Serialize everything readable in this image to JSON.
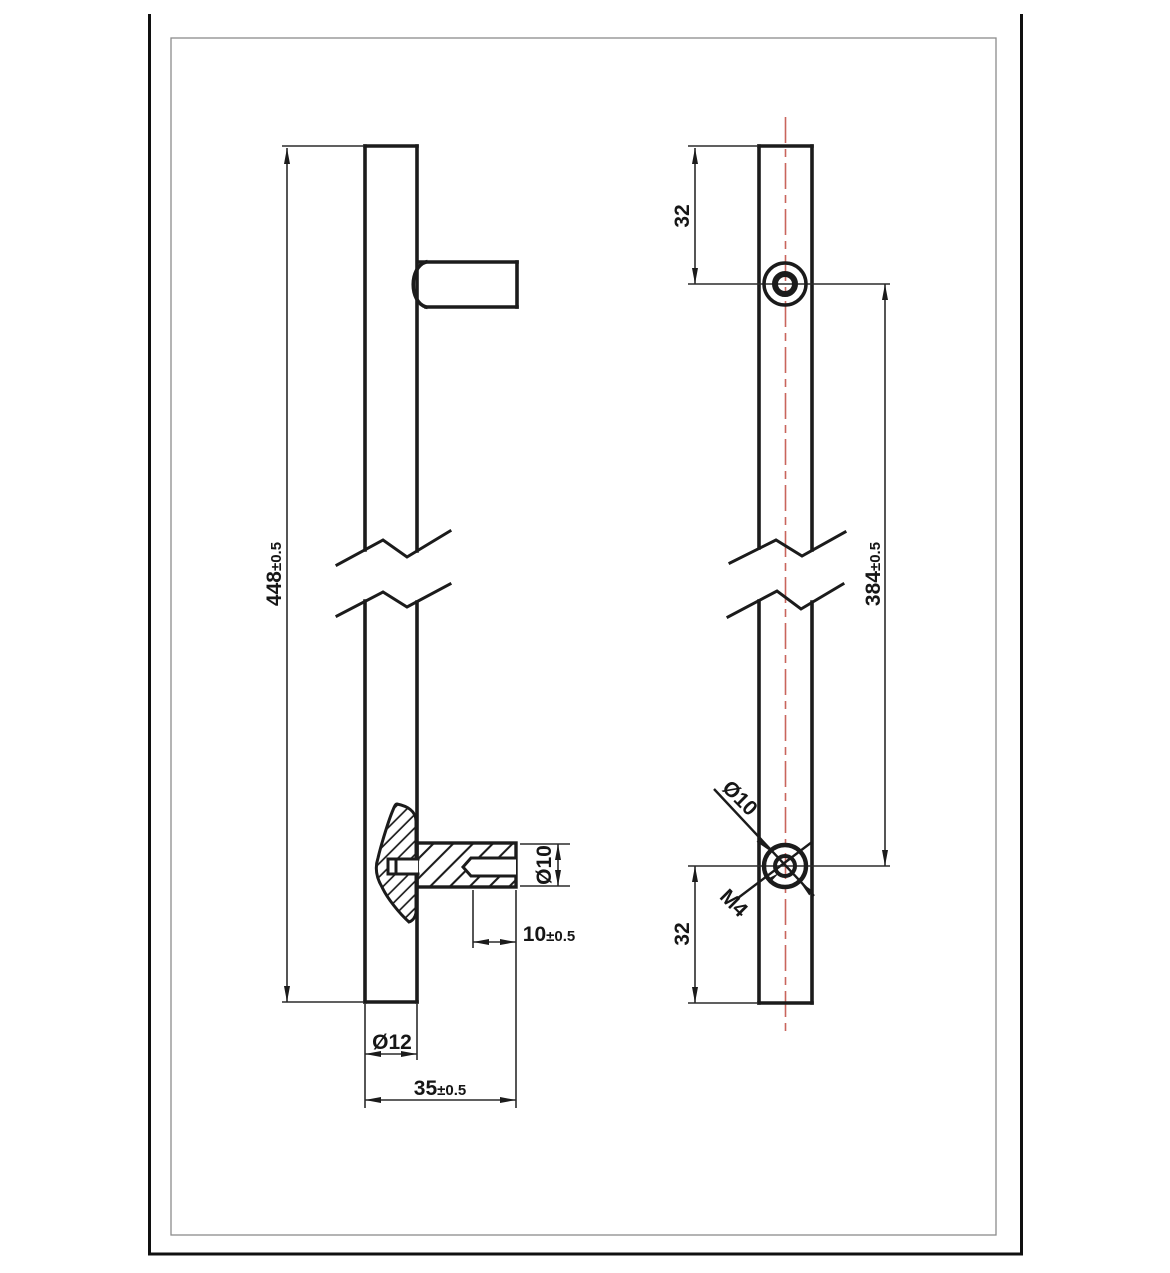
{
  "drawing_type": "technical-drawing-door-pull-handle",
  "views": {
    "side": {
      "overall_length": {
        "value": "448",
        "tol": "±0.5"
      },
      "stud_diameter": {
        "value": "Ø10"
      },
      "bore_depth": {
        "value": "10",
        "tol": "±0.5"
      },
      "bar_diameter": {
        "value": "Ø12"
      },
      "stud_length": {
        "value": "35",
        "tol": "±0.5"
      }
    },
    "front": {
      "top_hole_offset": {
        "value": "32"
      },
      "hole_spacing": {
        "value": "384",
        "tol": "±0.5"
      },
      "hole_diameter": {
        "value": "Ø10"
      },
      "thread_size": {
        "value": "M4"
      },
      "bottom_hole_offset": {
        "value": "32"
      }
    }
  },
  "colors": {
    "object_line": "#1b1b1b",
    "dimension_line": "#2b2b2b",
    "centerline": "#c9655c",
    "frame": "#101010",
    "inner_frame": "#8c8c8c",
    "background": "#ffffff"
  }
}
